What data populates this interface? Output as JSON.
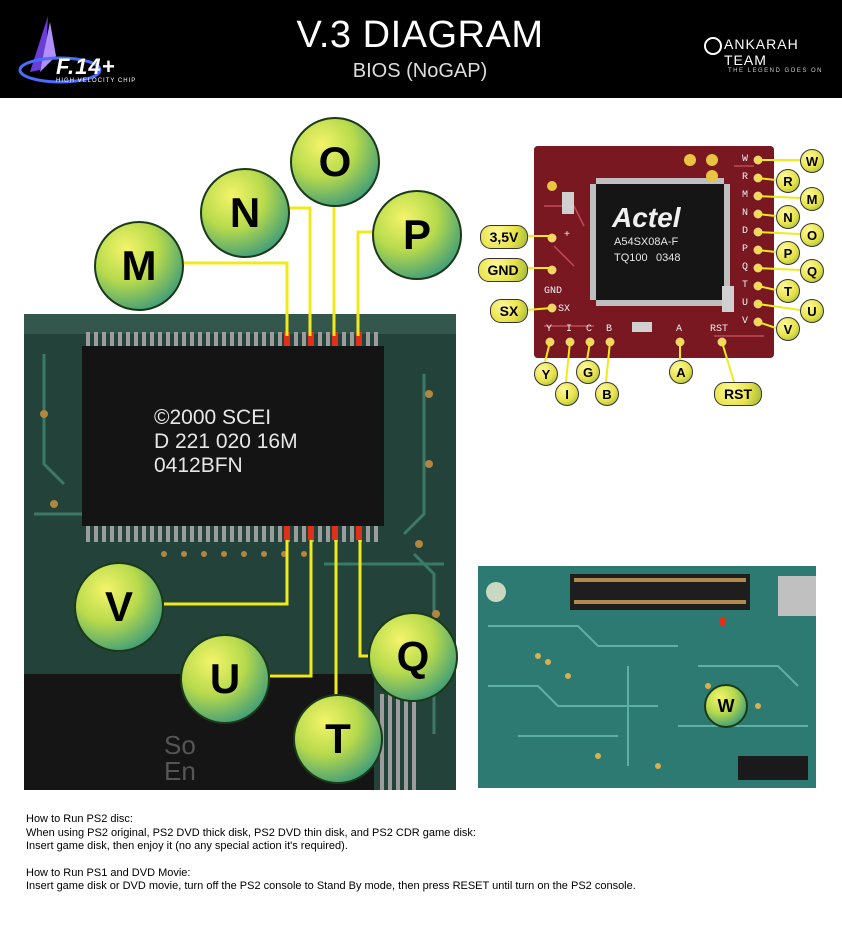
{
  "header": {
    "title": "V.3 DIAGRAM",
    "subtitle": "BIOS (NoGAP)",
    "brand_logo": "F.14+",
    "brand_tagline": "HIGH VELOCITY CHIP",
    "team_name": "ANKARAH TEAM",
    "team_tagline": "THE LEGEND GOES ON"
  },
  "bios_chip": {
    "marking_line1": "©2000 SCEI",
    "marking_line2": "D 221 020 16M",
    "marking_line3": "0412BFN",
    "board_text": "So\nEn",
    "top_points": [
      "M",
      "N",
      "O",
      "P"
    ],
    "bottom_points": [
      "V",
      "U",
      "T",
      "Q"
    ]
  },
  "modchip": {
    "brand": "Actel",
    "model": "A54SX08A-F",
    "code1": "TQ100",
    "code2": "0348",
    "left_points": [
      "3,5V",
      "GND",
      "SX"
    ],
    "left_pin_labels": [
      "+",
      "GND",
      "SX"
    ],
    "right_points": [
      "W",
      "R",
      "M",
      "N",
      "O",
      "P",
      "Q",
      "T",
      "U",
      "V"
    ],
    "right_pin_labels": [
      "W",
      "R",
      "M",
      "N",
      "D",
      "P",
      "Q",
      "T",
      "U",
      "V"
    ],
    "bottom_pin_labels": [
      "Y",
      "I",
      "C",
      "B",
      "A",
      "RST"
    ],
    "bottom_points": [
      "Y",
      "I",
      "G",
      "B",
      "A",
      "RST"
    ]
  },
  "board": {
    "point": "W"
  },
  "instructions": {
    "ps2_heading": "How to Run PS2 disc:",
    "ps2_line1": "When using PS2 original, PS2 DVD thick disk, PS2 DVD thin disk, and PS2 CDR game disk:",
    "ps2_line2": "Insert game disk, then enjoy it (no any special action it's required).",
    "ps1_heading": "How to Run PS1 and DVD Movie:",
    "ps1_line1": "Insert game disk or DVD movie, turn off the PS2 console to Stand By mode, then press RESET until turn on the PS2 console."
  },
  "colors": {
    "wire": "#f0ea1c",
    "solder": "#e0301a",
    "pcb": "#1f3b2f",
    "chip_pcb": "#7a1822"
  }
}
